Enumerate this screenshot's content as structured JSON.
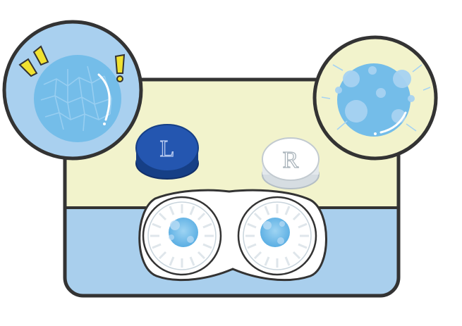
{
  "illustration": {
    "left_cap_letter": "L",
    "right_cap_letter": "R",
    "icons": [
      "contact-lens-case",
      "dry-lens-icon",
      "dirty-lens-icon",
      "left-lens-icon",
      "right-lens-icon",
      "exclamation-icon"
    ],
    "colors": {
      "outline": "#333333",
      "case_top": "#f2f3cc",
      "case_bottom": "#a9cfed",
      "left_cap": "#1f55ad",
      "right_cap": "#ffffff",
      "lens_blue": "#6cb8e6",
      "accent_yellow": "#f0e130"
    }
  }
}
